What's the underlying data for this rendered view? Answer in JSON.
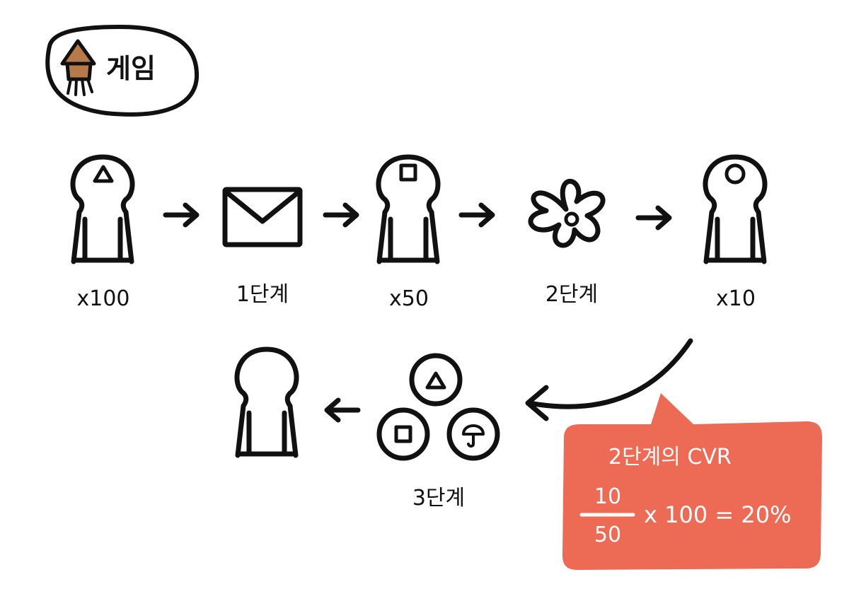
{
  "title": {
    "text": "게임",
    "icon": "squid-icon"
  },
  "flow_row1": [
    {
      "type": "person",
      "mark": "triangle",
      "label": "x100"
    },
    {
      "type": "envelope",
      "label": "1단계"
    },
    {
      "type": "person",
      "mark": "square",
      "label": "x50"
    },
    {
      "type": "flower",
      "label": "2단계"
    },
    {
      "type": "person",
      "mark": "circle",
      "label": "x10"
    }
  ],
  "flow_row2": [
    {
      "type": "coins",
      "label": "3단계"
    },
    {
      "type": "person",
      "mark": "none",
      "label": ""
    }
  ],
  "callout": {
    "title": "2단계의 CVR",
    "numerator": "10",
    "denominator": "50",
    "rest": "x 100 = 20%"
  },
  "colors": {
    "ink": "#111111",
    "callout_bg": "#ED6A55",
    "callout_text": "#ffffff",
    "squid_fill": "#B97A4A"
  }
}
